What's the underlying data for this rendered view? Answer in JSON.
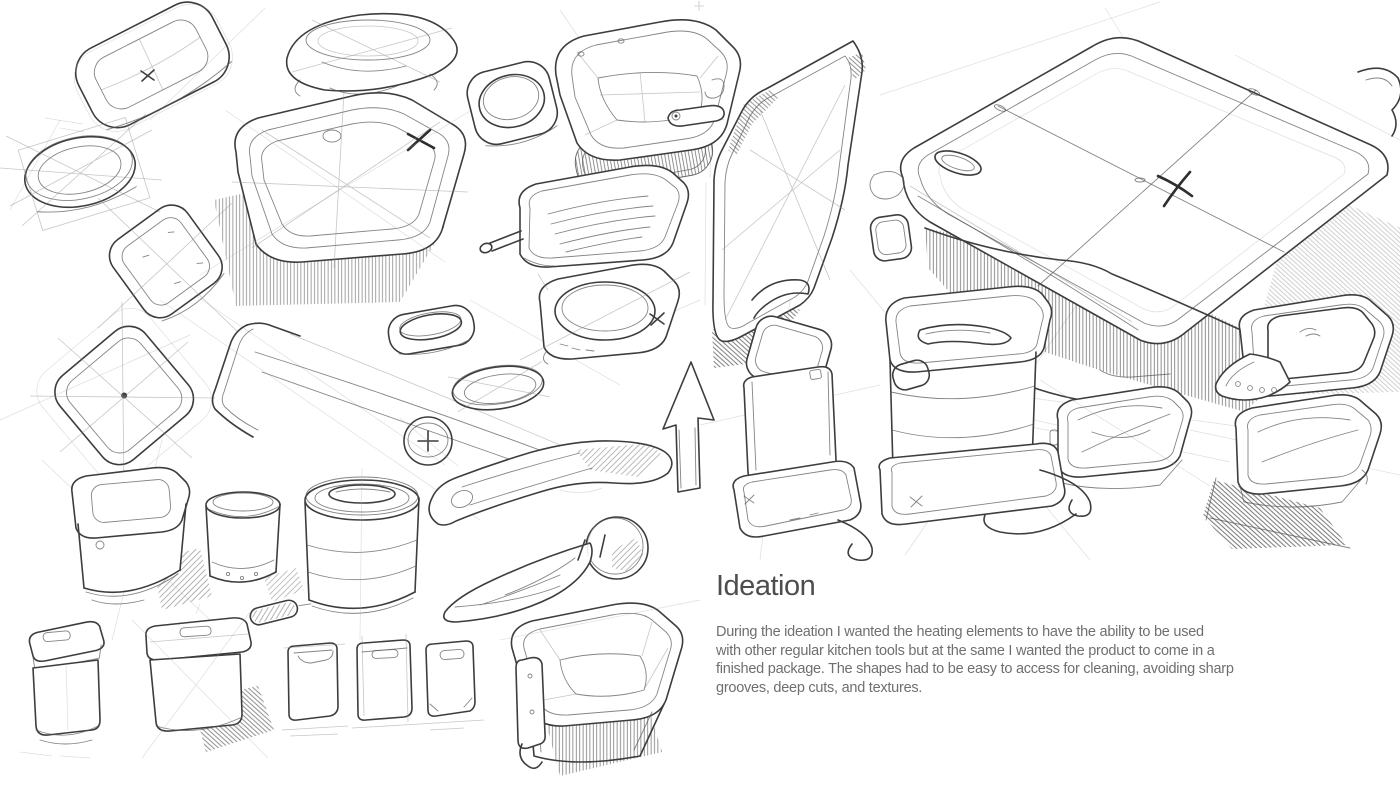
{
  "page": {
    "background_color": "#ffffff",
    "sketch_ink_color": "#3d3d3d",
    "construction_line_color": "#8f8f8f"
  },
  "ideation_section": {
    "heading": "Ideation",
    "heading_color": "#4d4d4d",
    "body": "During the ideation I wanted the heating elements to have the ability to be used\nwith other regular kitchen tools but at the same I wanted the product to come in a\nfinished package. The shapes had to be easy to access for cleaning, avoiding sharp\ngrooves, deep cuts, and textures.",
    "body_color": "#6f6f6f"
  },
  "sketches": [
    {
      "id": "lid-top-view",
      "desc": "tilted rounded-square lid with small x mark, top left"
    },
    {
      "id": "dome-cover",
      "desc": "pillow-shaped cover with oval rim and corner legs"
    },
    {
      "id": "round-lid-construction",
      "desc": "ellipse lid inside rotated-square construction lines"
    },
    {
      "id": "large-square-pan",
      "desc": "tilted square pan with X mark and hatched drop shadow"
    },
    {
      "id": "small-square-tray",
      "desc": "tilted rounded-square tray with inner border"
    },
    {
      "id": "diamond-plate",
      "desc": "rotated square plate with center dot"
    },
    {
      "id": "rim-profile-long-handle",
      "desc": "pan rim corner profile with long handle and hole"
    },
    {
      "id": "oval-puck-tray",
      "desc": "small rounded tray with oval recess"
    },
    {
      "id": "concentric-ellipses",
      "desc": "two concentric ellipse rings"
    },
    {
      "id": "plus-button",
      "desc": "round button with plus sign"
    },
    {
      "id": "square-bowl",
      "desc": "deep open square bowl with clip handle and hatched shadow"
    },
    {
      "id": "round-recess-tray",
      "desc": "tray with large round recess"
    },
    {
      "id": "griddle-plate",
      "desc": "flat grooved griddle plate with short handle"
    },
    {
      "id": "hob-plate",
      "desc": "rounded plate with large oval opening and x mark"
    },
    {
      "id": "flat-panel",
      "desc": "large thin panel leaning upright with hatched edges"
    },
    {
      "id": "up-arrow",
      "desc": "hatched block arrow pointing up"
    },
    {
      "id": "container-on-base",
      "desc": "container with open lid sitting on heating base with cord"
    },
    {
      "id": "kettle-container",
      "desc": "square kettle with recessed top handle on base with cord"
    },
    {
      "id": "large-hotplate",
      "desc": "large rounded-square hotplate with X mark and hatched sides"
    },
    {
      "id": "small-dish",
      "desc": "small rounded-square dish"
    },
    {
      "id": "hotplate-with-cord",
      "desc": "small hotplate with crossed top pattern and power cord"
    },
    {
      "id": "hotplate-with-strap",
      "desc": "hotplate with perforated strap band"
    },
    {
      "id": "hotplate-with-shadow",
      "desc": "hotplate with dense hatched drop shadow"
    },
    {
      "id": "compact-cooker",
      "desc": "rounded cube cooker with recessed top and button"
    },
    {
      "id": "small-cylinder",
      "desc": "small cylindrical canister with footed base"
    },
    {
      "id": "large-canister",
      "desc": "large cylinder canister with recessed oval handle"
    },
    {
      "id": "pill-connector",
      "desc": "tiny hatched pill element with stub"
    },
    {
      "id": "bin-with-lid",
      "desc": "cube bin with slightly lifted lid"
    },
    {
      "id": "bin-with-hatch-shadow",
      "desc": "cube bin with hatched diamond shadow"
    },
    {
      "id": "front-panel-notch",
      "desc": "front view panel with notch cut"
    },
    {
      "id": "front-panel-slot",
      "desc": "front view panel with slot handle"
    },
    {
      "id": "front-panel-pill",
      "desc": "front view panel with pill slot"
    },
    {
      "id": "fryer-basket",
      "desc": "square basket with front handle bracket and hatched shadow"
    },
    {
      "id": "scoop-tool",
      "desc": "teardrop scoop blade with ball end"
    }
  ]
}
